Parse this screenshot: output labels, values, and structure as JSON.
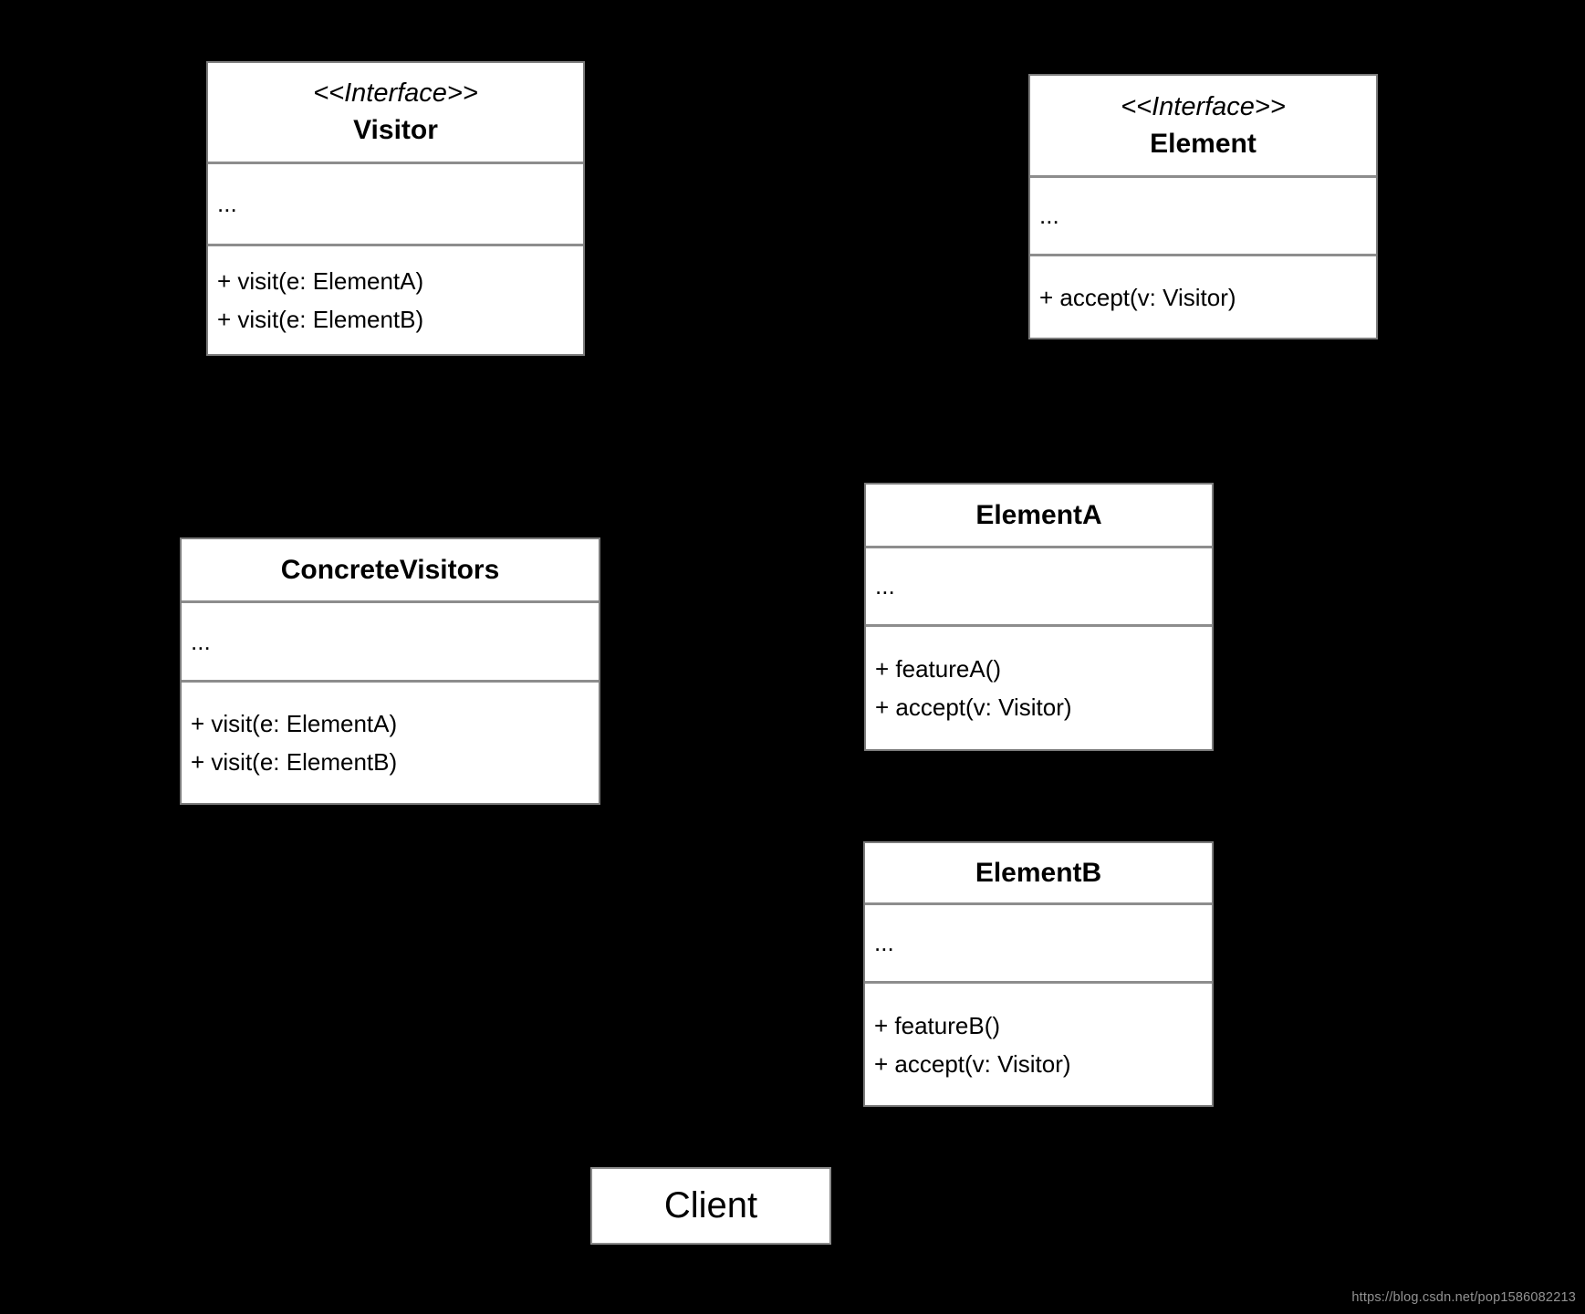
{
  "colors": {
    "background": "#000000",
    "box_fill": "#ffffff",
    "box_border": "#7c7c7c",
    "section_divider": "#8d8d8d",
    "text": "#000000",
    "watermark_text": "#929292"
  },
  "classes": [
    {
      "id": "visitor",
      "stereotype": "<<Interface>>",
      "name": "Visitor",
      "attributes": [
        "..."
      ],
      "methods": [
        "+ visit(e: ElementA)",
        "+ visit(e: ElementB)"
      ]
    },
    {
      "id": "element",
      "stereotype": "<<Interface>>",
      "name": "Element",
      "attributes": [
        "..."
      ],
      "methods": [
        "+ accept(v: Visitor)"
      ]
    },
    {
      "id": "concrete-visitors",
      "stereotype": null,
      "name": "ConcreteVisitors",
      "attributes": [
        "..."
      ],
      "methods": [
        "+ visit(e: ElementA)",
        "+ visit(e: ElementB)"
      ]
    },
    {
      "id": "element-a",
      "stereotype": null,
      "name": "ElementA",
      "attributes": [
        "..."
      ],
      "methods": [
        "+ featureA()",
        "+ accept(v: Visitor)"
      ]
    },
    {
      "id": "element-b",
      "stereotype": null,
      "name": "ElementB",
      "attributes": [
        "..."
      ],
      "methods": [
        "+ featureB()",
        "+ accept(v: Visitor)"
      ]
    }
  ],
  "client": {
    "label": "Client"
  },
  "watermark": {
    "text": "https://blog.csdn.net/pop1586082213"
  }
}
